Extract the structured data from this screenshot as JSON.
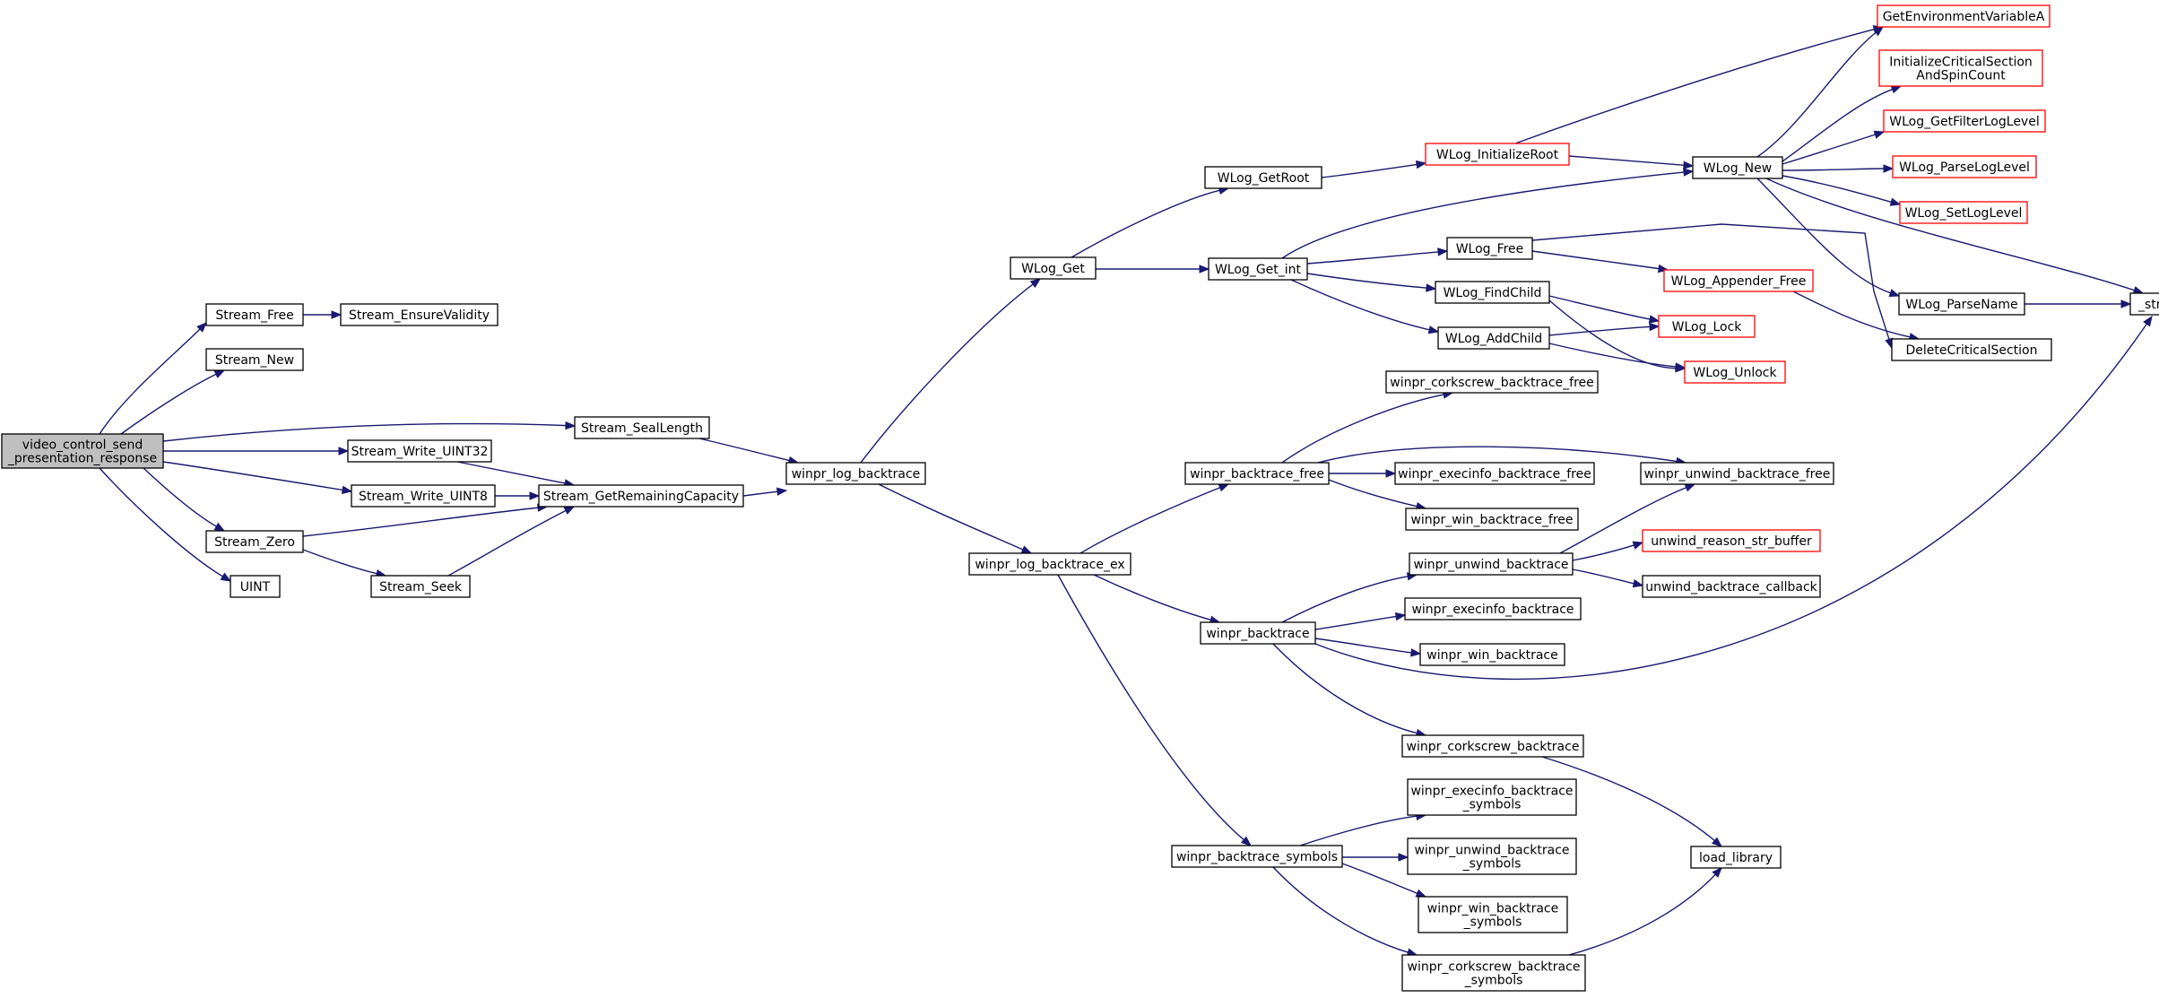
{
  "colors": {
    "edge": "#191970",
    "node_border": "#000000",
    "external_border": "#ff0000",
    "root_fill": "#bfbfbf"
  },
  "nodes": [
    {
      "id": "root",
      "lines": [
        "video_control_send",
        "_presentation_response"
      ]
    },
    {
      "id": "stream_free",
      "lines": [
        "Stream_Free"
      ]
    },
    {
      "id": "stream_ensure",
      "lines": [
        "Stream_EnsureValidity"
      ]
    },
    {
      "id": "stream_new",
      "lines": [
        "Stream_New"
      ]
    },
    {
      "id": "stream_seal",
      "lines": [
        "Stream_SealLength"
      ]
    },
    {
      "id": "stream_w32",
      "lines": [
        "Stream_Write_UINT32"
      ]
    },
    {
      "id": "stream_w8",
      "lines": [
        "Stream_Write_UINT8"
      ]
    },
    {
      "id": "stream_cap",
      "lines": [
        "Stream_GetRemainingCapacity"
      ]
    },
    {
      "id": "stream_zero",
      "lines": [
        "Stream_Zero"
      ]
    },
    {
      "id": "stream_seek",
      "lines": [
        "Stream_Seek"
      ]
    },
    {
      "id": "uint",
      "lines": [
        "UINT"
      ]
    },
    {
      "id": "log_bt",
      "lines": [
        "winpr_log_backtrace"
      ]
    },
    {
      "id": "log_bt_ex",
      "lines": [
        "winpr_log_backtrace_ex"
      ]
    },
    {
      "id": "wlog_get",
      "lines": [
        "WLog_Get"
      ]
    },
    {
      "id": "wlog_getroot",
      "lines": [
        "WLog_GetRoot"
      ]
    },
    {
      "id": "wlog_getint",
      "lines": [
        "WLog_Get_int"
      ]
    },
    {
      "id": "wlog_initroot",
      "lines": [
        "WLog_InitializeRoot"
      ]
    },
    {
      "id": "wlog_new",
      "lines": [
        "WLog_New"
      ]
    },
    {
      "id": "getenv",
      "lines": [
        "GetEnvironmentVariableA"
      ]
    },
    {
      "id": "initcs",
      "lines": [
        "InitializeCriticalSection",
        "AndSpinCount"
      ]
    },
    {
      "id": "getfilter",
      "lines": [
        "WLog_GetFilterLogLevel"
      ]
    },
    {
      "id": "parseloglevel",
      "lines": [
        "WLog_ParseLogLevel"
      ]
    },
    {
      "id": "setloglevel",
      "lines": [
        "WLog_SetLogLevel"
      ]
    },
    {
      "id": "parsename",
      "lines": [
        "WLog_ParseName"
      ]
    },
    {
      "id": "strdup",
      "lines": [
        "_strdup"
      ]
    },
    {
      "id": "wlog_free",
      "lines": [
        "WLog_Free"
      ]
    },
    {
      "id": "appender_free",
      "lines": [
        "WLog_Appender_Free"
      ]
    },
    {
      "id": "findchild",
      "lines": [
        "WLog_FindChild"
      ]
    },
    {
      "id": "addchild",
      "lines": [
        "WLog_AddChild"
      ]
    },
    {
      "id": "wlog_lock",
      "lines": [
        "WLog_Lock"
      ]
    },
    {
      "id": "wlog_unlock",
      "lines": [
        "WLog_Unlock"
      ]
    },
    {
      "id": "delcs",
      "lines": [
        "DeleteCriticalSection"
      ]
    },
    {
      "id": "bt_free",
      "lines": [
        "winpr_backtrace_free"
      ]
    },
    {
      "id": "cork_free",
      "lines": [
        "winpr_corkscrew_backtrace_free"
      ]
    },
    {
      "id": "exec_free",
      "lines": [
        "winpr_execinfo_backtrace_free"
      ]
    },
    {
      "id": "win_free",
      "lines": [
        "winpr_win_backtrace_free"
      ]
    },
    {
      "id": "unwind_free",
      "lines": [
        "winpr_unwind_backtrace_free"
      ]
    },
    {
      "id": "unwind_bt",
      "lines": [
        "winpr_unwind_backtrace"
      ]
    },
    {
      "id": "unwind_reason",
      "lines": [
        "unwind_reason_str_buffer"
      ]
    },
    {
      "id": "unwind_cb",
      "lines": [
        "unwind_backtrace_callback"
      ]
    },
    {
      "id": "bt",
      "lines": [
        "winpr_backtrace"
      ]
    },
    {
      "id": "exec_bt",
      "lines": [
        "winpr_execinfo_backtrace"
      ]
    },
    {
      "id": "win_bt",
      "lines": [
        "winpr_win_backtrace"
      ]
    },
    {
      "id": "cork_bt",
      "lines": [
        "winpr_corkscrew_backtrace"
      ]
    },
    {
      "id": "bt_sym",
      "lines": [
        "winpr_backtrace_symbols"
      ]
    },
    {
      "id": "exec_sym",
      "lines": [
        "winpr_execinfo_backtrace",
        "_symbols"
      ]
    },
    {
      "id": "unwind_sym",
      "lines": [
        "winpr_unwind_backtrace",
        "_symbols"
      ]
    },
    {
      "id": "win_sym",
      "lines": [
        "winpr_win_backtrace",
        "_symbols"
      ]
    },
    {
      "id": "cork_sym",
      "lines": [
        "winpr_corkscrew_backtrace",
        "_symbols"
      ]
    },
    {
      "id": "load_library",
      "lines": [
        "load_library"
      ]
    }
  ]
}
